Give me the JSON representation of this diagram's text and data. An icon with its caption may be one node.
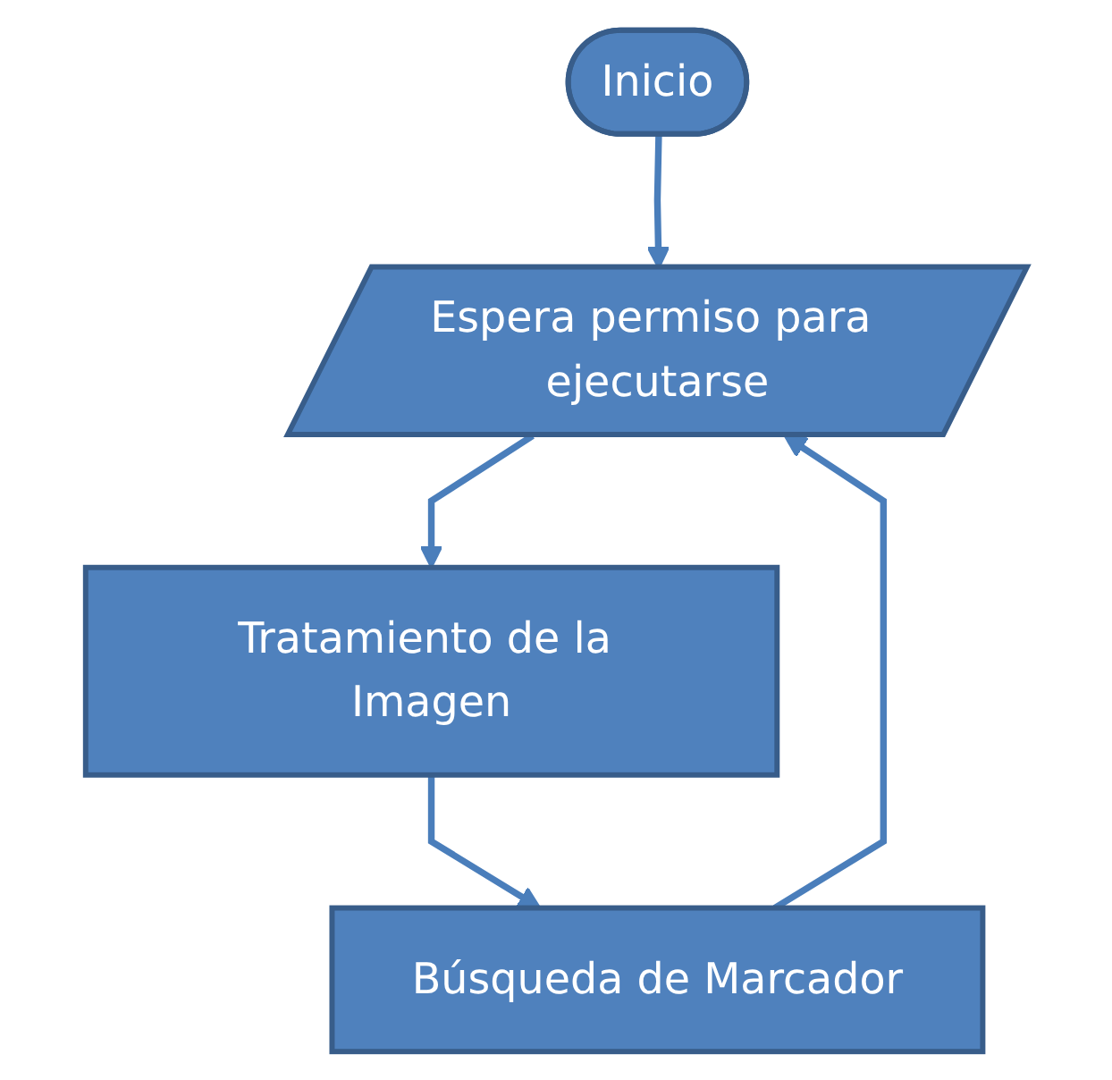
{
  "diagram": {
    "nodes": [
      {
        "text": [
          "Inicio"
        ]
      },
      {
        "text": [
          "Espera permiso para ejecutarse"
        ]
      },
      {
        "text": [
          "Tratamiento de la Imagen"
        ]
      },
      {
        "text": [
          "Búsqueda de Marcador"
        ]
      }
    ],
    "edges": [
      {
        "from": 0,
        "to": 1,
        "arrow": "to"
      },
      {
        "from": 1,
        "to": 2,
        "arrow": "to"
      },
      {
        "from": 2,
        "to": 3,
        "arrow": "to"
      },
      {
        "from": 3,
        "to": 1,
        "arrow": "to"
      }
    ]
  }
}
